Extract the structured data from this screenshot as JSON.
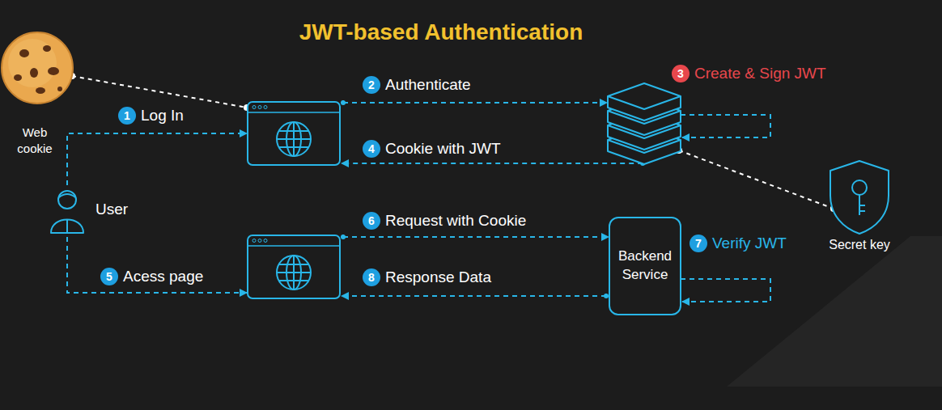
{
  "diagram": {
    "title": "JWT-based Authentication",
    "nodes": [
      {
        "text": [
          "Web cookie"
        ]
      },
      {
        "text": []
      },
      {
        "text": []
      },
      {
        "text": [
          "User"
        ]
      },
      {
        "text": [
          "Secret key"
        ]
      },
      {
        "text": []
      },
      {
        "text": [
          "Backend Service"
        ]
      }
    ],
    "edges": [
      {
        "from": 3,
        "to": 1,
        "label": "Log In",
        "arrow": "to"
      },
      {
        "from": 1,
        "to": 2,
        "label": "Authenticate",
        "arrow": "to"
      },
      {
        "from": 2,
        "to": 2,
        "label": "Create & Sign JWT",
        "arrow": "to"
      },
      {
        "from": 2,
        "to": 1,
        "label": "Cookie with JWT",
        "arrow": "to"
      },
      {
        "from": 3,
        "to": 5,
        "label": "Acess page",
        "arrow": "to"
      },
      {
        "from": 5,
        "to": 6,
        "label": "Request with Cookie",
        "arrow": "to"
      },
      {
        "from": 6,
        "to": 6,
        "label": "Verify JWT",
        "arrow": "to"
      },
      {
        "from": 6,
        "to": 5,
        "label": "Response Data",
        "arrow": "to"
      },
      {
        "from": 0,
        "to": 1,
        "arrow": "none"
      },
      {
        "from": 2,
        "to": 4,
        "arrow": "none"
      }
    ],
    "labels": [
      "1",
      "2",
      "3",
      "4",
      "5",
      "6",
      "7",
      "8"
    ]
  }
}
